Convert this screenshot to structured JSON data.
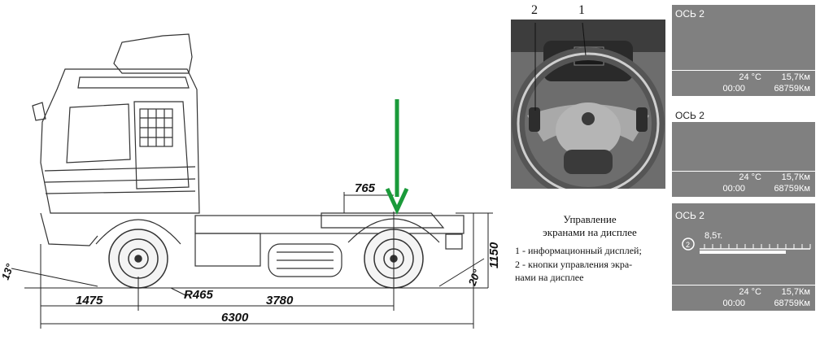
{
  "drawing": {
    "dim_765": "765",
    "dim_1150": "1150",
    "dim_1475": "1475",
    "dim_r465": "R465",
    "dim_3780": "3780",
    "dim_6300": "6300",
    "angle_front": "13°",
    "angle_rear": "20°"
  },
  "photo": {
    "callout_1": "1",
    "callout_2": "2"
  },
  "caption": {
    "title_line1": "Управление",
    "title_line2": "экранами на дисплее",
    "item1": "1 - информационный дисплей;",
    "item2_line1": "2 - кнопки управления экра-",
    "item2_line2": "нами на дисплее"
  },
  "screens": [
    {
      "title": "ОСЬ 2",
      "temp": "24 °C",
      "dist": "15,7Км",
      "time": "00:00",
      "odo": "68759Км"
    },
    {
      "title": "ОСЬ 2",
      "temp": "24 °C",
      "dist": "15,7Км",
      "time": "00:00",
      "odo": "68759Км"
    },
    {
      "title": "ОСЬ 2",
      "load": "8,5т.",
      "temp": "24 °C",
      "dist": "15,7Км",
      "time": "00:00",
      "odo": "68759Км"
    }
  ],
  "colors": {
    "screen_bg": "#808080",
    "arrow": "#1a9a3a"
  }
}
